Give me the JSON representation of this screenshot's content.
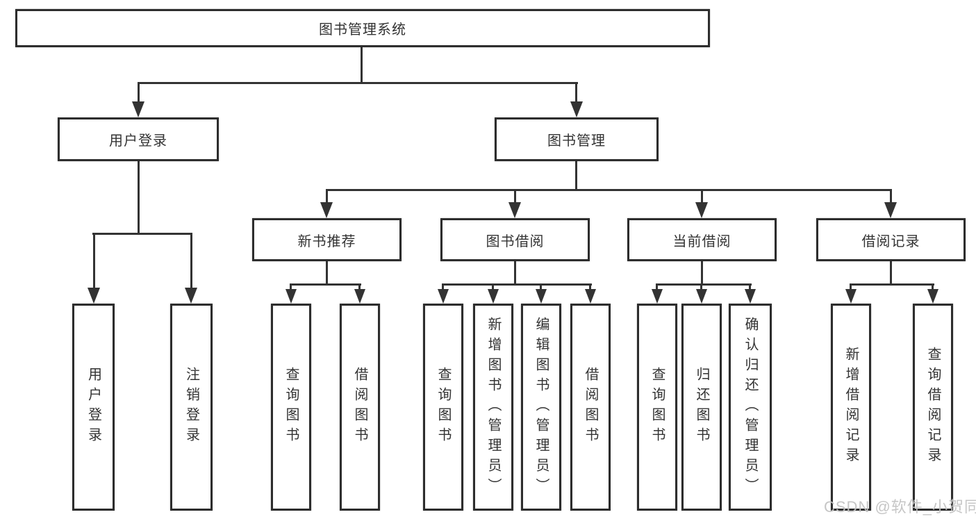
{
  "diagram": {
    "root": {
      "label": "图书管理系统"
    },
    "branches": [
      {
        "label": "用户登录",
        "children": [
          {
            "label": "用户登录"
          },
          {
            "label": "注销登录"
          }
        ]
      },
      {
        "label": "图书管理",
        "children": [
          {
            "label": "新书推荐",
            "children": [
              {
                "label": "查询图书"
              },
              {
                "label": "借阅图书"
              }
            ]
          },
          {
            "label": "图书借阅",
            "children": [
              {
                "label": "查询图书"
              },
              {
                "label": "新增图书（管理员）"
              },
              {
                "label": "编辑图书（管理员）"
              },
              {
                "label": "借阅图书"
              }
            ]
          },
          {
            "label": "当前借阅",
            "children": [
              {
                "label": "查询图书"
              },
              {
                "label": "归还图书"
              },
              {
                "label": "确认归还（管理员）"
              }
            ]
          },
          {
            "label": "借阅记录",
            "children": [
              {
                "label": "新增借阅记录"
              },
              {
                "label": "查询借阅记录"
              }
            ]
          }
        ]
      }
    ]
  },
  "watermark": {
    "text": "CSDN @软件_小贺同学"
  },
  "colors": {
    "line": "#333333",
    "box_border": "#2d2d2d",
    "text": "#333333",
    "background": "#ffffff",
    "watermark": "#c3c3c3"
  }
}
